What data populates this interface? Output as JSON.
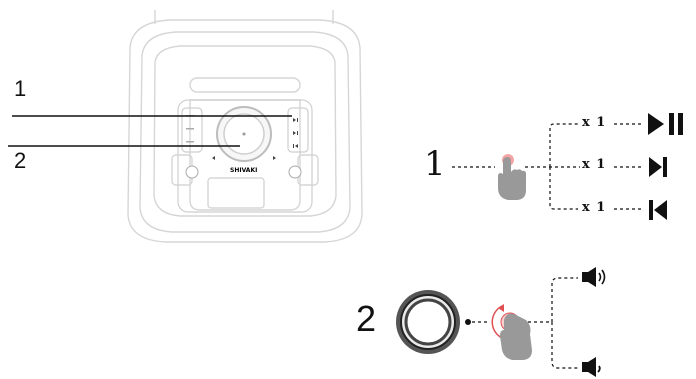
{
  "callouts": {
    "label_1": "1",
    "label_2": "2"
  },
  "speaker": {
    "brand": "SHIVAKI"
  },
  "diagram_1": {
    "number": "1",
    "rows": [
      {
        "count": "x 1",
        "icon": "play-pause-icon"
      },
      {
        "count": "x 1",
        "icon": "next-track-icon"
      },
      {
        "count": "x 1",
        "icon": "previous-track-icon"
      }
    ]
  },
  "diagram_2": {
    "number": "2",
    "outputs": [
      {
        "icon": "volume-up-icon"
      },
      {
        "icon": "volume-down-icon"
      }
    ]
  },
  "colors": {
    "line": "#111111",
    "speaker_outline": "#d8d8d8",
    "touch_point": "#f4a6a6",
    "rotate_arrow": "#e05050",
    "hand": "#9a9a9a"
  }
}
